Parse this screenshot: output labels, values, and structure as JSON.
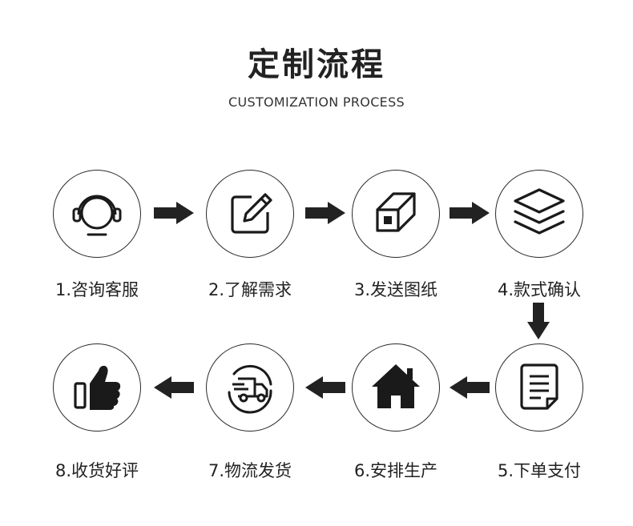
{
  "title": "定制流程",
  "subtitle": "CUSTOMIZATION PROCESS",
  "steps": [
    {
      "label": "1.咨询客服",
      "icon": "headset-icon"
    },
    {
      "label": "2.了解需求",
      "icon": "edit-icon"
    },
    {
      "label": "3.发送图纸",
      "icon": "box-icon"
    },
    {
      "label": "4.款式确认",
      "icon": "layers-icon"
    },
    {
      "label": "5.下单支付",
      "icon": "document-icon"
    },
    {
      "label": "6.安排生产",
      "icon": "house-icon"
    },
    {
      "label": "7.物流发货",
      "icon": "delivery-truck-icon"
    },
    {
      "label": "8.收货好评",
      "icon": "thumbs-up-icon"
    }
  ],
  "colors": {
    "ink": "#1a1a1a",
    "arrow": "#222222",
    "border": "#2a2a2a"
  }
}
